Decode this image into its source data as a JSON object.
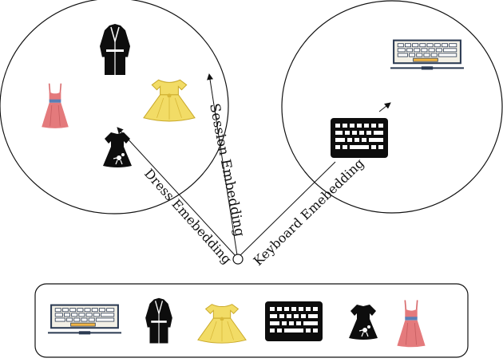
{
  "labels": {
    "session_embedding": "Session Embedding",
    "dress_embedding": "Dress Emebedding",
    "keyboard_embedding": "Keyboard Emebedding"
  },
  "clusters": {
    "left": {
      "items": [
        "black-coat-icon",
        "pink-dress-icon",
        "yellow-dress-icon",
        "black-poodle-dress-icon"
      ]
    },
    "right": {
      "items": [
        "laptop-keyboard-icon",
        "black-keyboard-icon"
      ]
    }
  },
  "session_strip": {
    "items": [
      "laptop-keyboard-icon",
      "black-coat-icon",
      "yellow-dress-icon",
      "black-keyboard-icon",
      "black-poodle-dress-icon",
      "pink-dress-icon"
    ]
  },
  "colors": {
    "line": "#111111",
    "pink_dress": "#e47a7c",
    "yellow_dress": "#f2dc66",
    "keyboard_accent": "#f0b445",
    "black_item": "#0d0d0d"
  }
}
